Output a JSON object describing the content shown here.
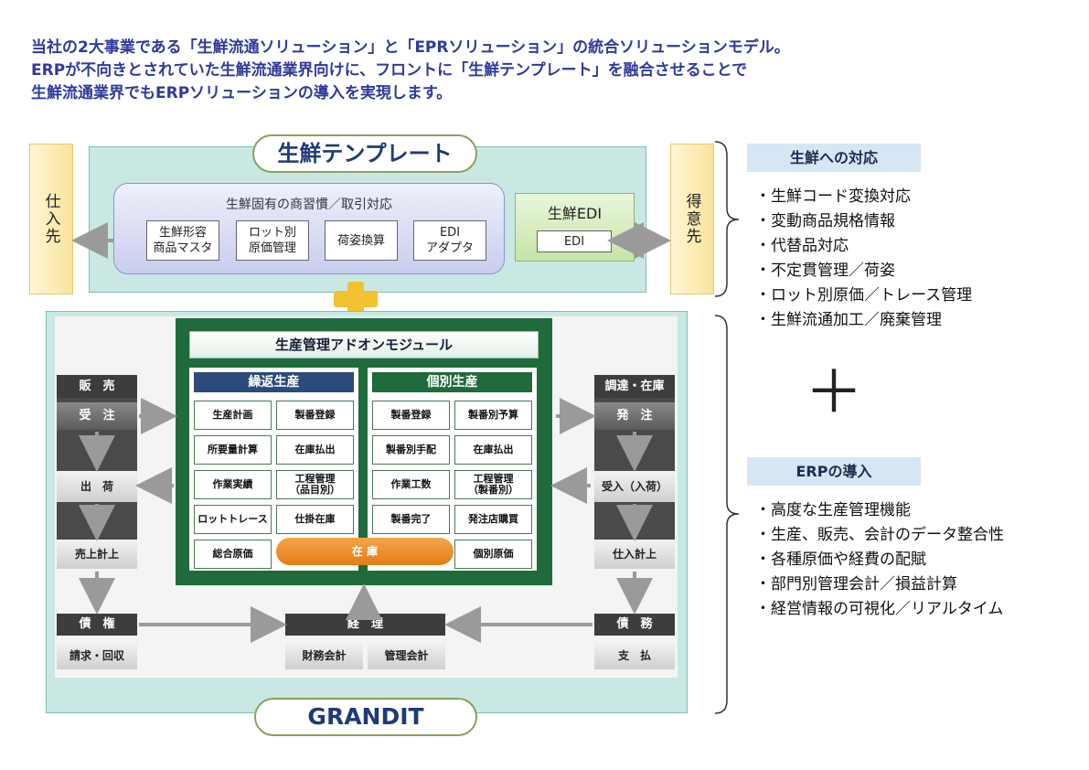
{
  "intro": {
    "line1": "当社の2大事業である「生鮮流通ソリューション」と「EPRソリューション」の統合ソリューションモデル。",
    "line2": "ERPが不向きとされていた生鮮流通業界向けに、フロントに「生鮮テンプレート」を融合させることで",
    "line3": "生鮮流通業界でもERPソリューションの導入を実現します。"
  },
  "template": {
    "title": "生鮮テンプレート",
    "supplier": "仕入先",
    "customer": "得意先",
    "custom_title": "生鮮固有の商習慣／取引対応",
    "boxes": [
      {
        "line1": "生鮮形容",
        "line2": "商品マスタ"
      },
      {
        "line1": "ロット別",
        "line2": "原価管理"
      },
      {
        "line1": "荷姿換算",
        "line2": ""
      },
      {
        "line1": "EDI",
        "line2": "アダプタ"
      }
    ],
    "edi_title": "生鮮EDI",
    "edi_box": "EDI"
  },
  "grandit": {
    "title": "GRANDIT",
    "sales": {
      "header": "販　売",
      "order": "受　注",
      "ship": "出　荷",
      "revenue": "売上計上"
    },
    "procure": {
      "header": "調達・在庫",
      "order": "発　注",
      "receive": "受入（入荷）",
      "purchase": "仕入計上"
    },
    "credit": {
      "header": "債　権",
      "item": "請求・回収"
    },
    "debt": {
      "header": "債　務",
      "item": "支　払"
    },
    "accounting": {
      "header": "経　理",
      "fin": "財務会計",
      "mgmt": "管理会計"
    },
    "module": {
      "title": "生産管理アドオンモジュール",
      "repeat": {
        "header": "繰返生産",
        "cells": [
          "生産計画",
          "製番登録",
          "所要量計算",
          "在庫払出",
          "作業実績",
          "工程管理",
          "ロットトレース",
          "仕掛在庫",
          "総合原価"
        ],
        "koutei_sub": "（品目別）"
      },
      "individual": {
        "header": "個別生産",
        "cells": [
          "製番登録",
          "製番別予算",
          "製番別手配",
          "在庫払出",
          "作業工数",
          "工程管理",
          "製番完了",
          "発注店購買",
          "個別原価"
        ],
        "koutei_sub": "（製番別）"
      },
      "stock": "在 庫"
    }
  },
  "right": {
    "fresh_header": "生鮮への対応",
    "fresh_items": [
      "・生鮮コード変換対応",
      "・変動商品規格情報",
      "・代替品対応",
      "・不定貫管理／荷姿",
      "・ロット別原価／トレース管理",
      "・生鮮流通加工／廃棄管理"
    ],
    "plus": "＋",
    "erp_header": "ERPの導入",
    "erp_items": [
      "・高度な生産管理機能",
      "・生産、販売、会計のデータ整合性",
      "・各種原価や経費の配賦",
      "・部門別管理会計／損益計算",
      "・経営情報の可視化／リアルタイム"
    ]
  },
  "colors": {
    "intro_text": "#2e3a9c",
    "module_green": "#1f6b3b",
    "repeat_blue": "#2c4a7a",
    "stock_orange": "#e27d16",
    "teal_panel": "#c9e8e3"
  }
}
